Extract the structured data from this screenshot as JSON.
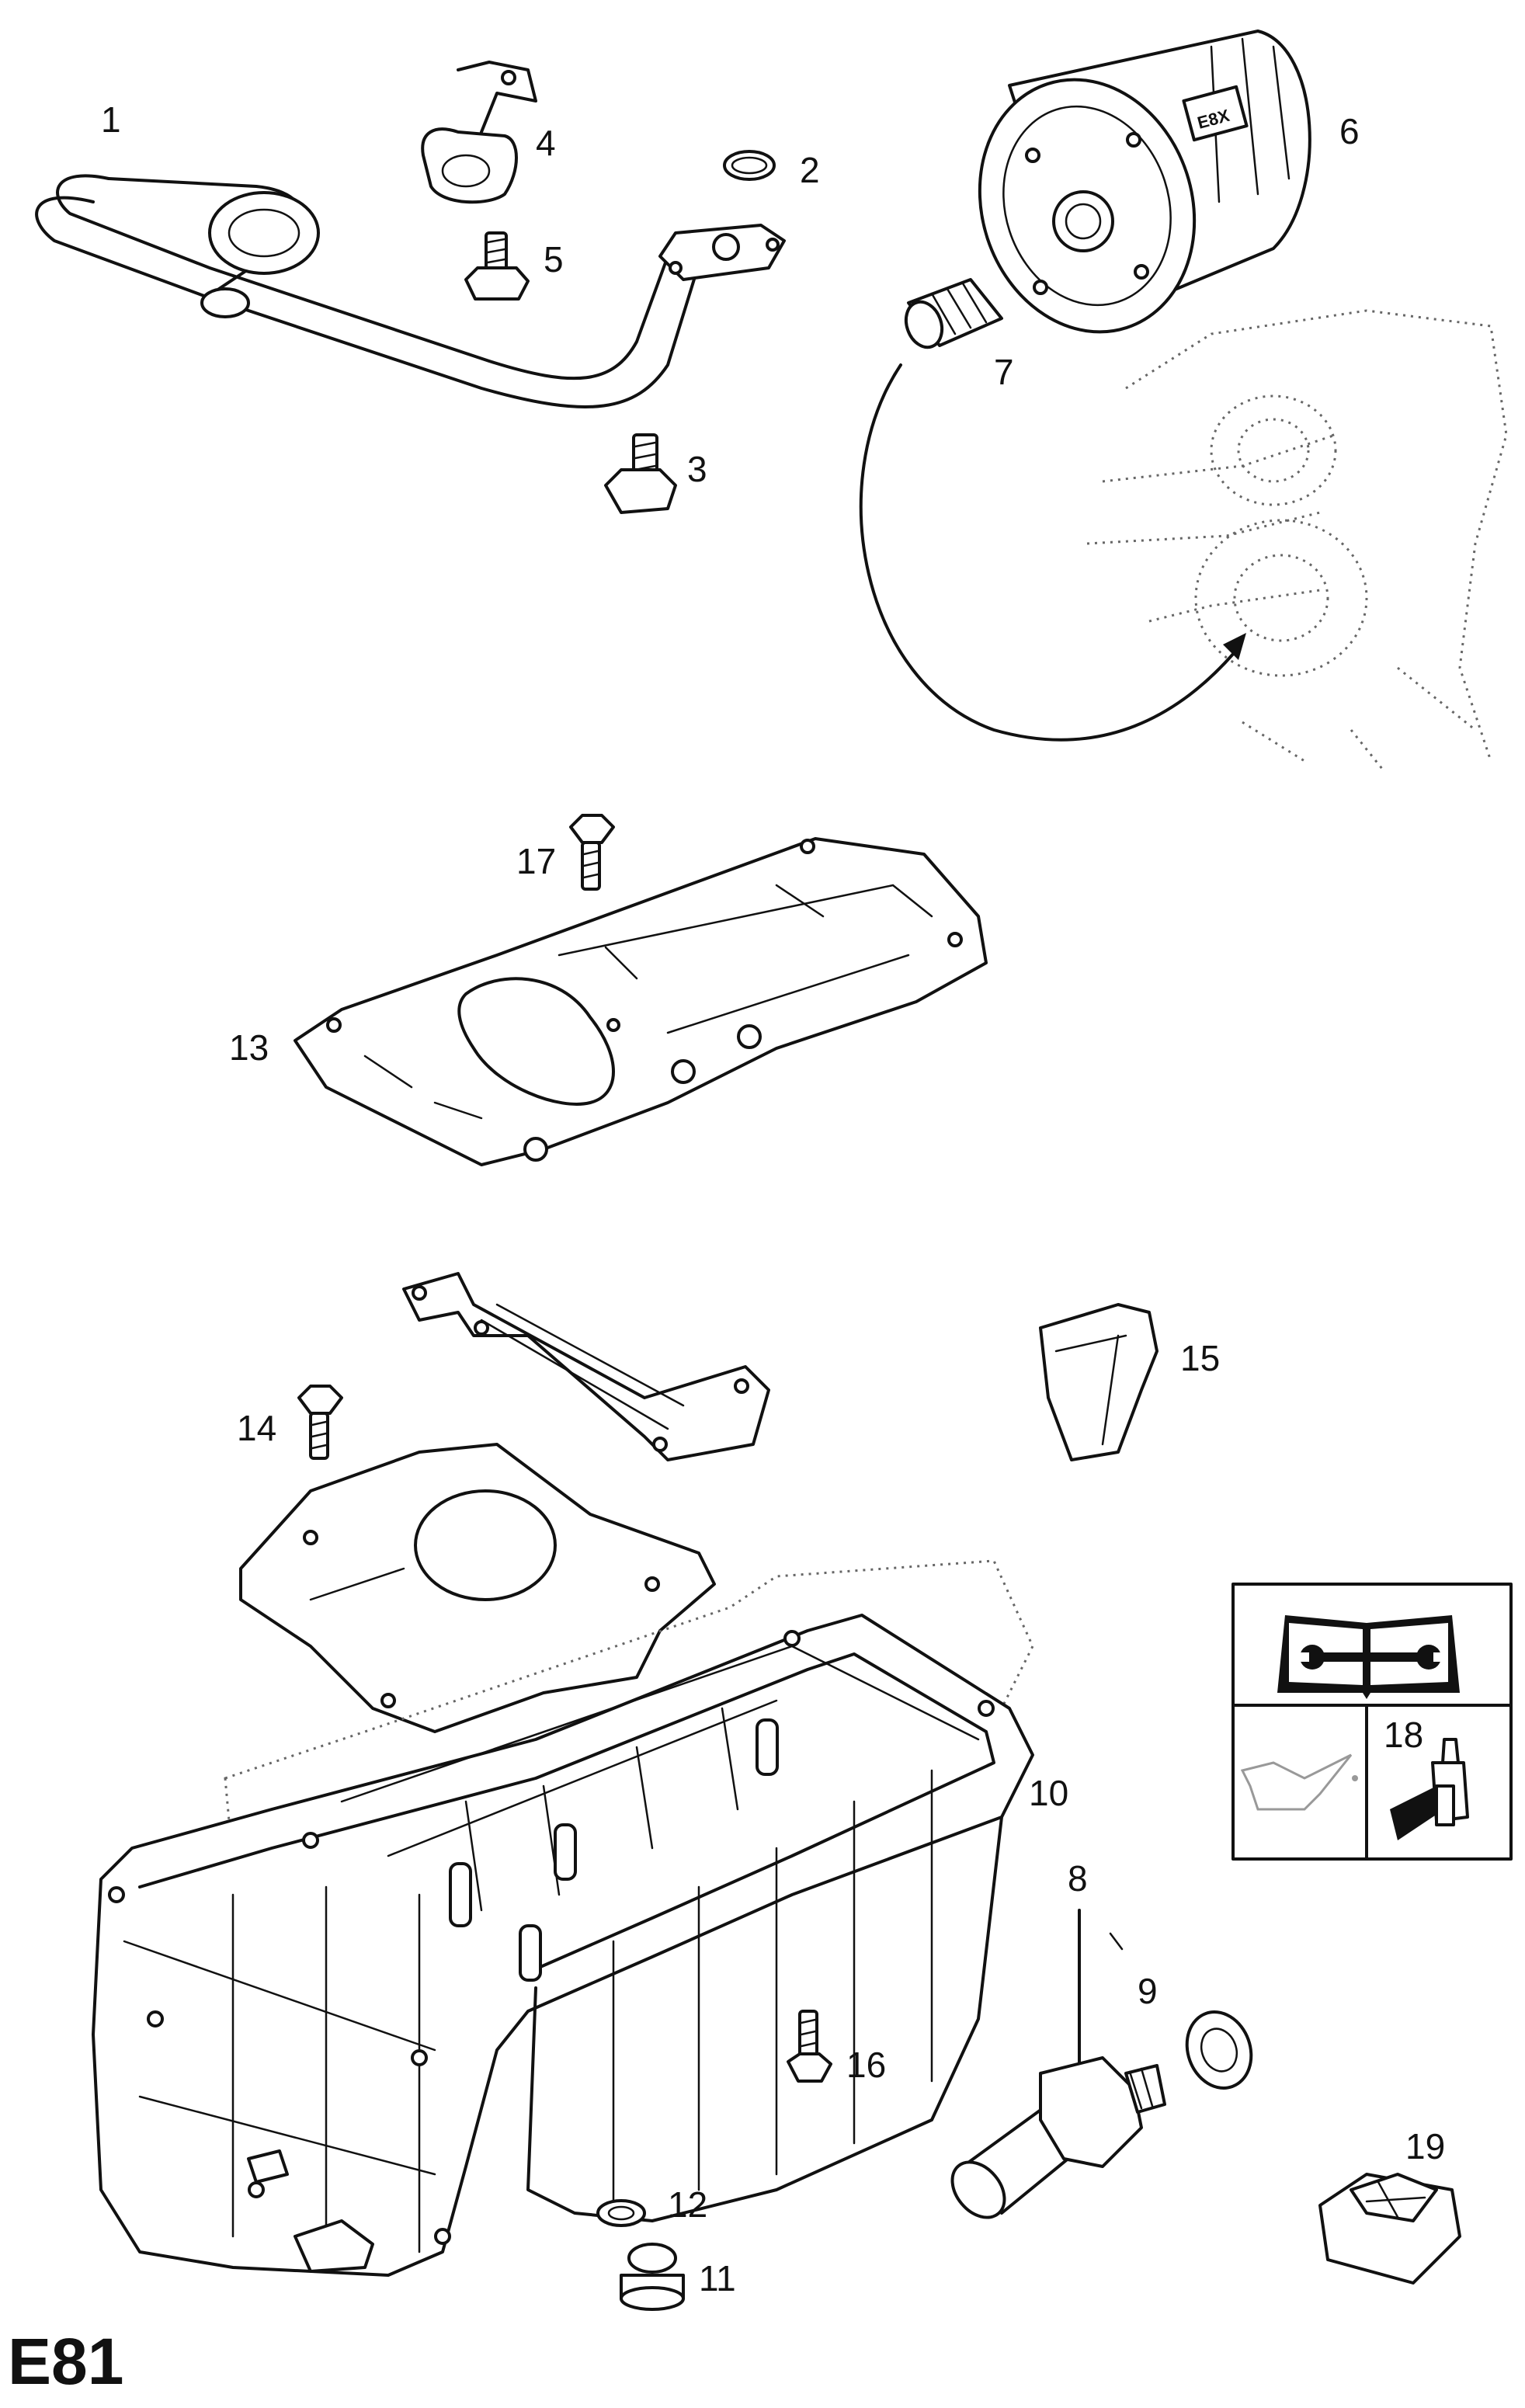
{
  "sheet_code": "E81",
  "callouts": {
    "c1": "1",
    "c2": "2",
    "c3": "3",
    "c4": "4",
    "c5": "5",
    "c6": "6",
    "c7": "7",
    "c8": "8",
    "c9": "9",
    "c10": "10",
    "c11": "11",
    "c12": "12",
    "c13": "13",
    "c14": "14",
    "c15": "15",
    "c16": "16",
    "c17": "17",
    "c18": "18",
    "c19": "19"
  },
  "oil_filter_marking": "E8X",
  "icons": {
    "manual": "manual-wrench-icon",
    "oil_can": "oil-can-icon",
    "sealant": "sealant-tube-icon"
  }
}
